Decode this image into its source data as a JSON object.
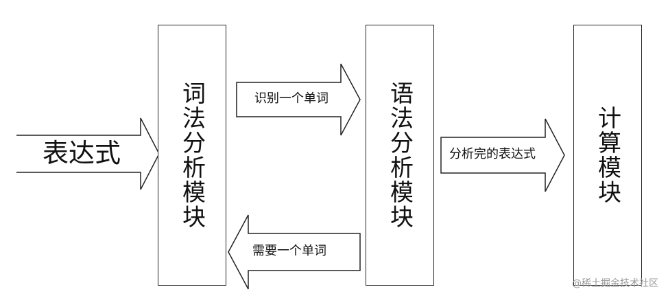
{
  "input_label": "表达式",
  "modules": {
    "lexer": "词法分析模块",
    "parser": "语法分析模块",
    "calculator": "计算模块"
  },
  "arrows": {
    "recognize_word": "识别一个单词",
    "need_word": "需要一个单词",
    "parsed_expression": "分析完的表达式"
  },
  "watermark": "@稀土掘金技术社区"
}
